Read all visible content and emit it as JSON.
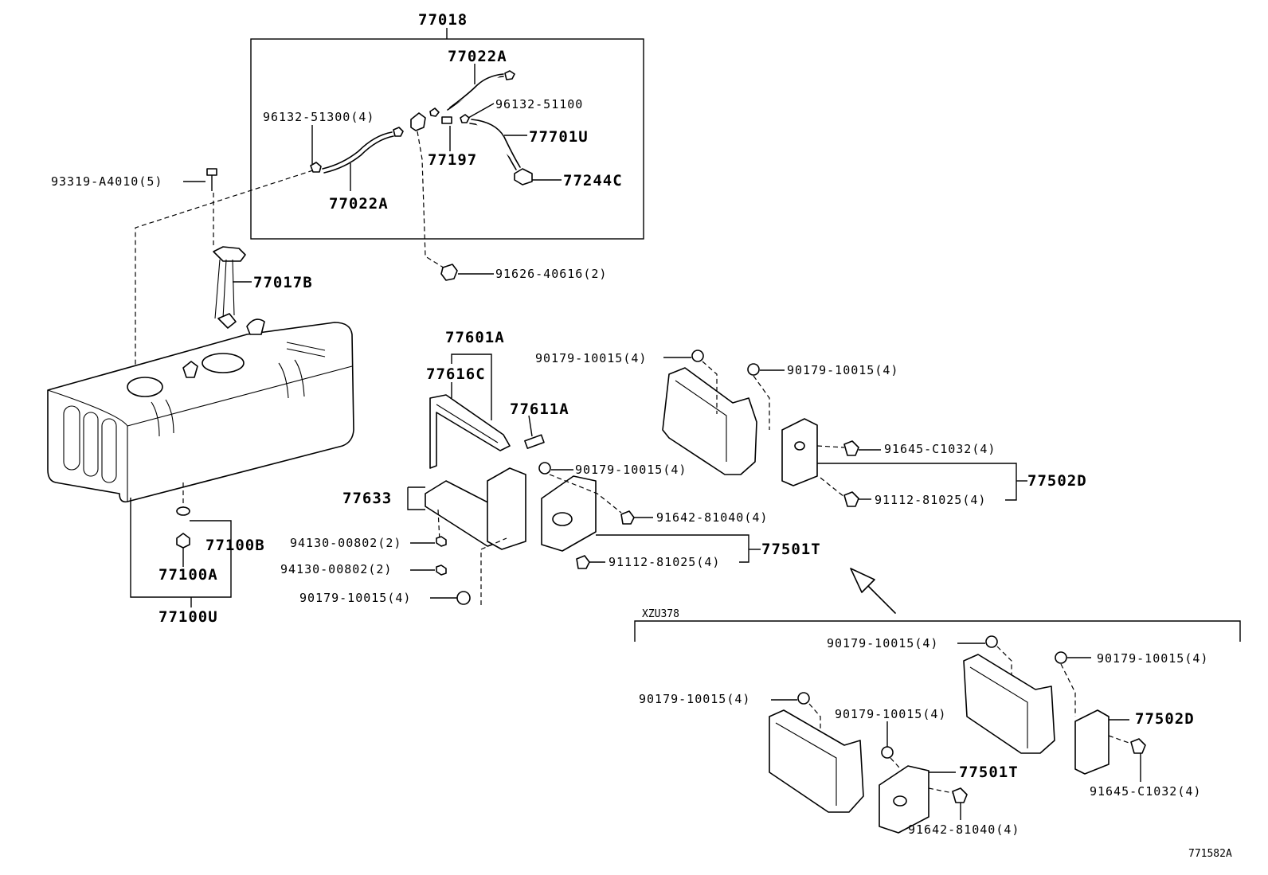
{
  "labels": {
    "p77018": "77018",
    "p77022A_top": "77022A",
    "p96132_51100": "96132-51100",
    "p96132_51300": "96132-51300(4)",
    "p77701U": "77701U",
    "p77197": "77197",
    "p77244C": "77244C",
    "p77022A_bottom": "77022A",
    "p93319": "93319-A4010(5)",
    "p91626": "91626-40616(2)",
    "p77017B": "77017B",
    "p77601A": "77601A",
    "p77616C": "77616C",
    "p77611A": "77611A",
    "p90179_a": "90179-10015(4)",
    "p90179_b": "90179-10015(4)",
    "p91645_a": "91645-C1032(4)",
    "p77502D_a": "77502D",
    "p91112_a": "91112-81025(4)",
    "p90179_c": "90179-10015(4)",
    "p91642_a": "91642-81040(4)",
    "p77633": "77633",
    "p77501T_a": "77501T",
    "p91112_b": "91112-81025(4)",
    "p77100B": "77100B",
    "p77100A": "77100A",
    "p94130_a": "94130-00802(2)",
    "p94130_b": "94130-00802(2)",
    "p90179_d": "90179-10015(4)",
    "p77100U": "77100U",
    "xzu378": "XZU378",
    "p90179_e": "90179-10015(4)",
    "p90179_f": "90179-10015(4)",
    "p90179_g": "90179-10015(4)",
    "p90179_h": "90179-10015(4)",
    "p77502D_b": "77502D",
    "p77501T_b": "77501T",
    "p91645_b": "91645-C1032(4)",
    "p91642_b": "91642-81040(4)",
    "drawing_no": "771582A"
  }
}
